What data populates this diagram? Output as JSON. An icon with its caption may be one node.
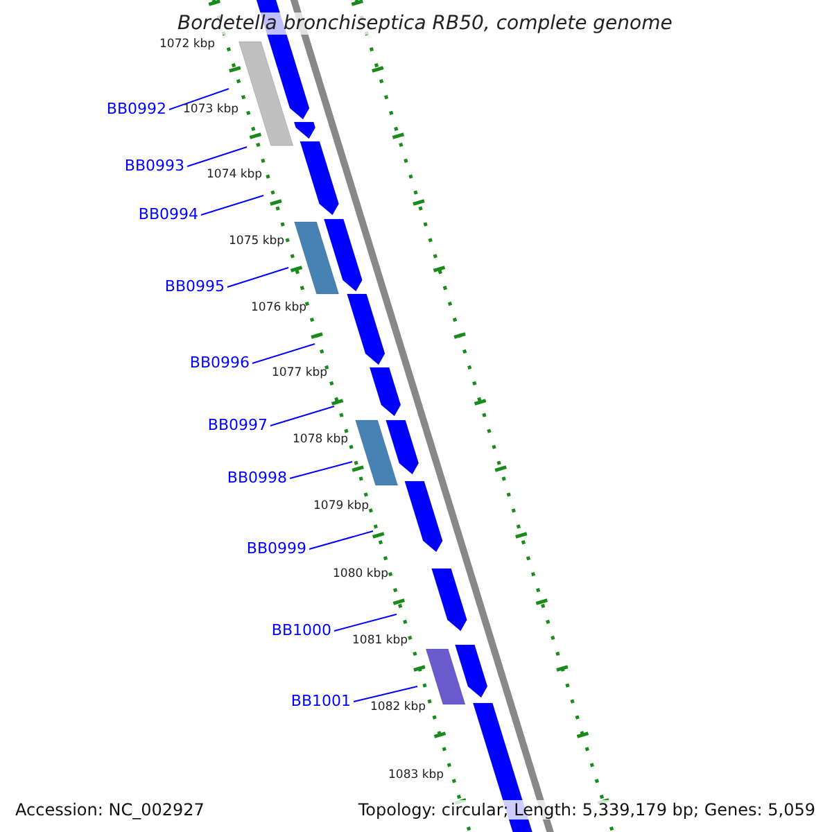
{
  "diagram": {
    "title": "Bordetella bronchiseptica RB50, complete genome",
    "nodes": [
      {
        "text": [
          "BB0992"
        ]
      },
      {
        "text": [
          "BB0993"
        ]
      },
      {
        "text": [
          "BB0994"
        ]
      },
      {
        "text": [
          "BB0995"
        ]
      },
      {
        "text": [
          "BB0996"
        ]
      },
      {
        "text": [
          "BB0997"
        ]
      },
      {
        "text": [
          "BB0998"
        ]
      },
      {
        "text": [
          "BB0999"
        ]
      },
      {
        "text": [
          "BB1000"
        ]
      },
      {
        "text": [
          "BB1001"
        ]
      }
    ],
    "edges": [
      {
        "from": 0,
        "to": null,
        "arrow": "none"
      },
      {
        "from": 1,
        "to": null,
        "arrow": "none"
      },
      {
        "from": 2,
        "to": null,
        "arrow": "none"
      },
      {
        "from": 3,
        "to": null,
        "arrow": "none"
      },
      {
        "from": 4,
        "to": null,
        "arrow": "none"
      },
      {
        "from": 5,
        "to": null,
        "arrow": "none"
      },
      {
        "from": 6,
        "to": null,
        "arrow": "none"
      },
      {
        "from": 7,
        "to": null,
        "arrow": "none"
      },
      {
        "from": 8,
        "to": null,
        "arrow": "none"
      },
      {
        "from": 9,
        "to": null,
        "arrow": "none"
      }
    ],
    "labels": [
      "1072 kbp",
      "1073 kbp",
      "1074 kbp",
      "1075 kbp",
      "1076 kbp",
      "1077 kbp",
      "1078 kbp",
      "1079 kbp",
      "1080 kbp",
      "1081 kbp",
      "1082 kbp",
      "1083 kbp",
      "Accession: NC_002927",
      "Topology: circular; Length: 5,339,179 bp; Genes: 5,059"
    ]
  }
}
